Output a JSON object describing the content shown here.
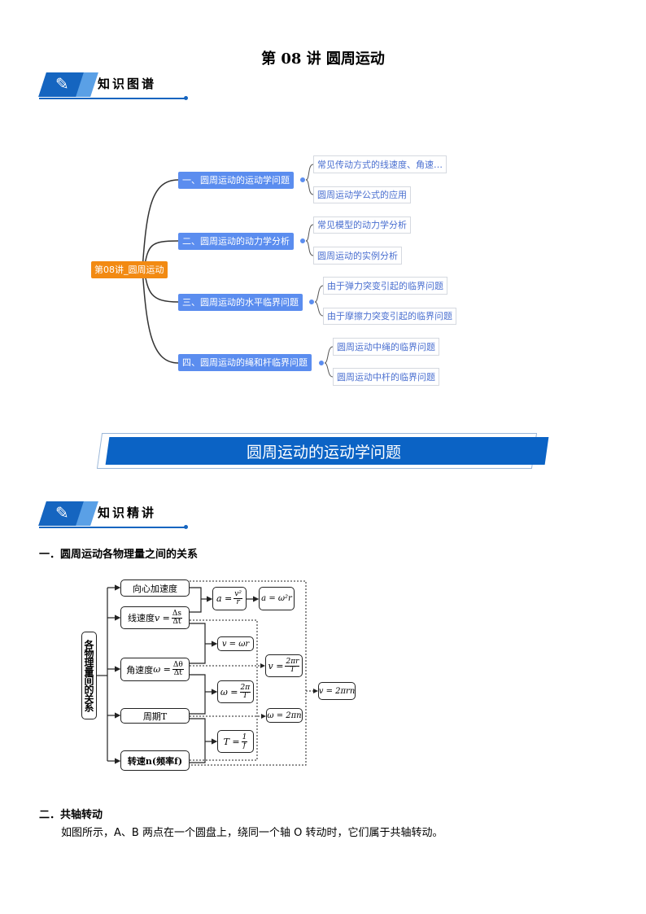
{
  "title": "第 08 讲  圆周运动",
  "section_knowledge_map": {
    "label": "知识图谱",
    "icon": "notepad-pencil-icon"
  },
  "mindmap": {
    "root": "第08讲_圆周运动",
    "branches": [
      {
        "label": "一、圆周运动的运动学问题",
        "children": [
          "常见传动方式的线速度、角速…",
          "圆周运动学公式的应用"
        ]
      },
      {
        "label": "二、圆周运动的动力学分析",
        "children": [
          "常见模型的动力学分析",
          "圆周运动的实例分析"
        ]
      },
      {
        "label": "三、圆周运动的水平临界问题",
        "children": [
          "由于弹力突变引起的临界问题",
          "由于摩擦力突变引起的临界问题"
        ]
      },
      {
        "label": "四、圆周运动的绳和杆临界问题",
        "children": [
          "圆周运动中绳的临界问题",
          "圆周运动中杆的临界问题"
        ]
      }
    ],
    "colors": {
      "root": "#f28a12",
      "branch": "#5b8def",
      "leaf_text": "#4a6fd0"
    }
  },
  "banner": "圆周运动的运动学问题",
  "section_knowledge_explain": {
    "label": "知识精讲",
    "icon": "notepad-pencil-icon"
  },
  "heading1": "一．圆周运动各物理量之间的关系",
  "diagram": {
    "root": "各物理量间的关系",
    "quantities": {
      "centripetal": "向心加速度",
      "linear_label": "线速度",
      "linear_var": "v =",
      "linear_num": "Δs",
      "linear_den": "Δt",
      "angular_label": "角速度",
      "angular_var": "ω =",
      "angular_num": "Δθ",
      "angular_den": "Δt",
      "period": "周期T",
      "speed": "转速n(频率f)"
    },
    "formulas": {
      "a_v_lhs": "a =",
      "a_v_num": "v²",
      "a_v_den": "r",
      "a_w": "a = ω²r",
      "v_wr": "v = ωr",
      "v_T_lhs": "v =",
      "v_T_num": "2πr",
      "v_T_den": "T",
      "w_T_lhs": "ω =",
      "w_T_num": "2π",
      "w_T_den": "T",
      "w_n": "ω = 2πn",
      "T_f_lhs": "T =",
      "T_f_num": "1",
      "T_f_den": "f",
      "v_n": "v = 2πrn"
    }
  },
  "heading2": "二．共轴转动",
  "paragraph": "如图所示，A、B 两点在一个圆盘上，绕同一个轴 O 转动时，它们属于共轴转动。"
}
